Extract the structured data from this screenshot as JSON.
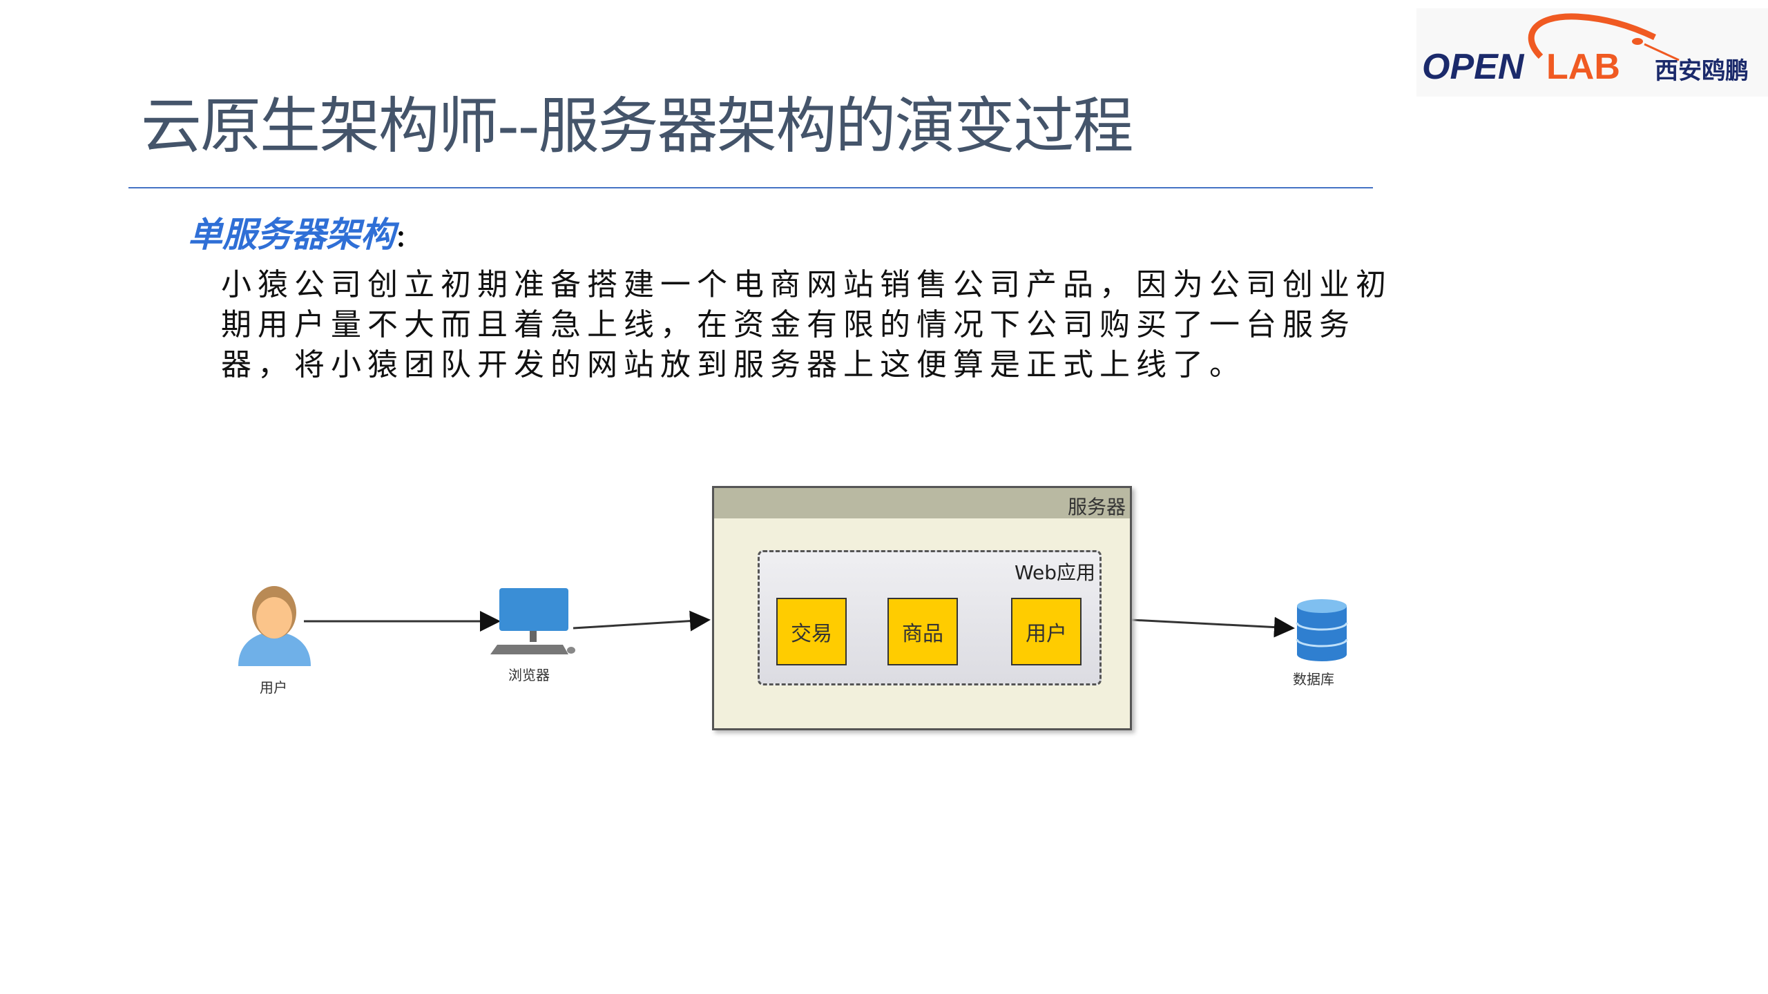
{
  "title": "云原生架构师--服务器架构的演变过程",
  "logo": {
    "text_en": "OPENLAB",
    "text_cn": "西安鸥鹏"
  },
  "section": {
    "heading": "单服务器架构",
    "colon": ":",
    "body": "小猿公司创立初期准备搭建一个电商网站销售公司产品，因为公司创业初期用户量不大而且着急上线，在资金有限的情况下公司购买了一台服务器，将小猿团队开发的网站放到服务器上这便算是正式上线了。"
  },
  "diagram": {
    "user_label": "用户",
    "browser_label": "浏览器",
    "server_label": "服务器",
    "web_label": "Web应用",
    "modules": [
      "交易",
      "商品",
      "用户"
    ],
    "db_label": "数据库"
  }
}
